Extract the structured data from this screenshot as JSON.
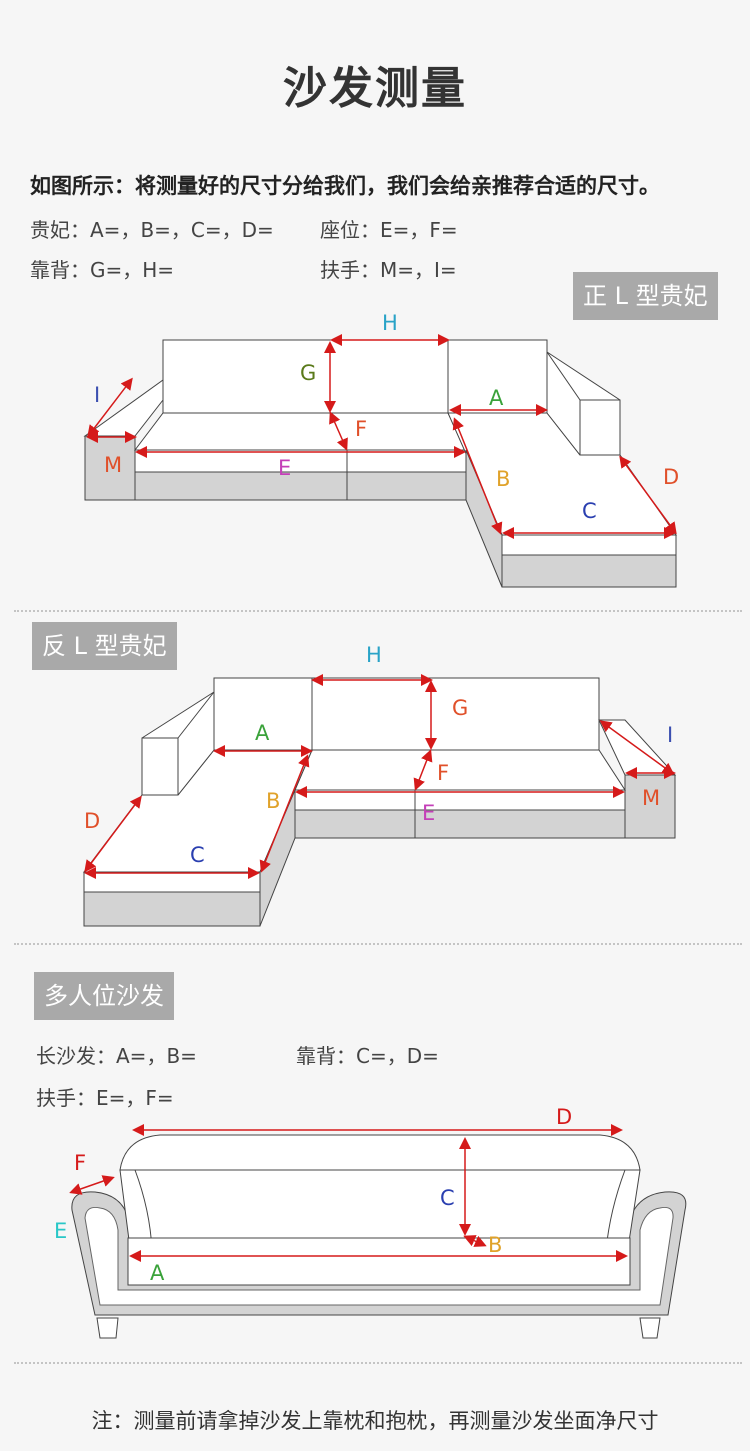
{
  "title": "沙发测量",
  "intro": "如图所示：将测量好的尺寸分给我们，我们会给亲推荐合适的尺寸。",
  "section1": {
    "line1_left": "贵妃：A=，B=，C=，D=",
    "line1_right": "座位：E=，F=",
    "line2_left": "靠背：G=，H=",
    "line2_right": "扶手：M=，I=",
    "badge": "正 L 型贵妃",
    "labels": {
      "H": "H",
      "G": "G",
      "I": "I",
      "M": "M",
      "E": "E",
      "F": "F",
      "A": "A",
      "B": "B",
      "C": "C",
      "D": "D"
    }
  },
  "section2": {
    "badge": "反 L 型贵妃",
    "labels": {
      "H": "H",
      "G": "G",
      "I": "I",
      "M": "M",
      "E": "E",
      "F": "F",
      "A": "A",
      "B": "B",
      "C": "C",
      "D": "D"
    }
  },
  "section3": {
    "badge": "多人位沙发",
    "line1_left": "长沙发：A=，B=",
    "line1_right": "靠背：C=，D=",
    "line2_left": "扶手：E=，F=",
    "labels": {
      "A": "A",
      "B": "B",
      "C": "C",
      "D": "D",
      "E": "E",
      "F": "F"
    }
  },
  "footer": "注：测量前请拿掉沙发上靠枕和抱枕，再测量沙发坐面净尺寸",
  "colors": {
    "background": "#f6f6f6",
    "badge": "#a9a9a9",
    "arrow": "#d51a1a",
    "sofa_gray": "#d3d3d3",
    "outline": "#444444",
    "label_H": "#29a3c7",
    "label_G": "#5a7a1a",
    "label_I": "#3b4fb0",
    "label_M": "#e0502a",
    "label_E": "#c43fb8",
    "label_F": "#e0502a",
    "label_A": "#3aa23a",
    "label_B": "#e0a22a",
    "label_C": "#2a3fb0",
    "label_D": "#e0502a"
  }
}
